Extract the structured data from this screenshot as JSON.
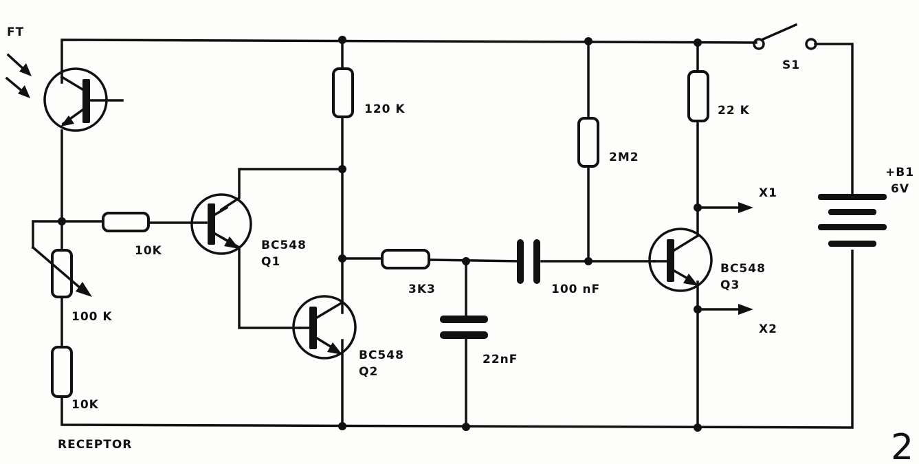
{
  "labels": {
    "ft": "FT",
    "s1": "S1",
    "r_120k": "120 K",
    "r_22k": "22 K",
    "r_2m2": "2M2",
    "battery_line1": "+B1",
    "battery_line2": "6V",
    "out_x1": "X1",
    "out_x2": "X2",
    "r_10k_base": "10K",
    "q1_type": "BC548",
    "q1_ref": "Q1",
    "q2_type": "BC548",
    "q2_ref": "Q2",
    "q3_type": "BC548",
    "q3_ref": "Q3",
    "r_3k3": "3K3",
    "c_100nf": "100 nF",
    "c_22nf": "22nF",
    "pot_100k": "100 K",
    "r_10k_bottom": "10K",
    "receptor": "RECEPTOR",
    "figure_number": "2"
  },
  "colors": {
    "ink": "#111111",
    "paper": "#fdfdfb"
  }
}
